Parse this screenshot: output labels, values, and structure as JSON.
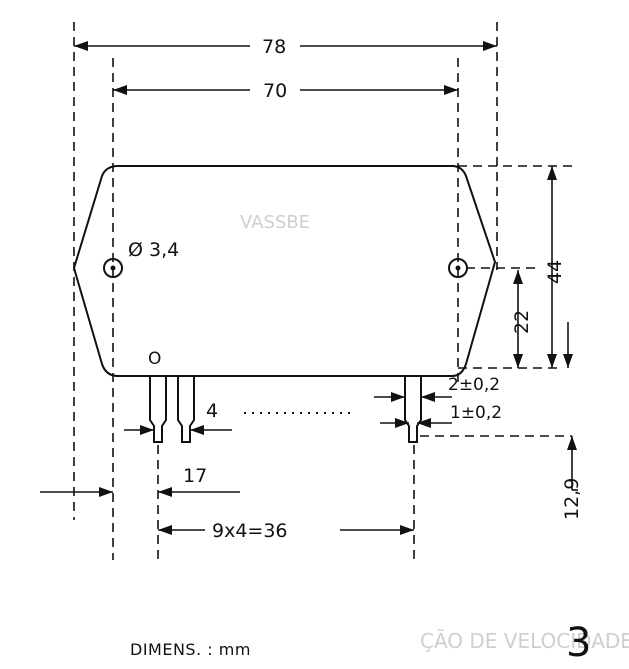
{
  "diagram": {
    "dimensions": {
      "overall_width": "78",
      "hole_spacing": "70",
      "hole_diameter": "Ø 3,4",
      "pin_one_marker": "O",
      "height": "44",
      "half_height": "22",
      "pin_pitch": "4",
      "pin_length": "2±0,2",
      "pin_width": "1±0,2",
      "first_pin_offset": "17",
      "pin_span": "9x4=36",
      "lead_length": "12,9"
    },
    "units_note": "DIMENS. : mm",
    "figure_number": "3"
  }
}
